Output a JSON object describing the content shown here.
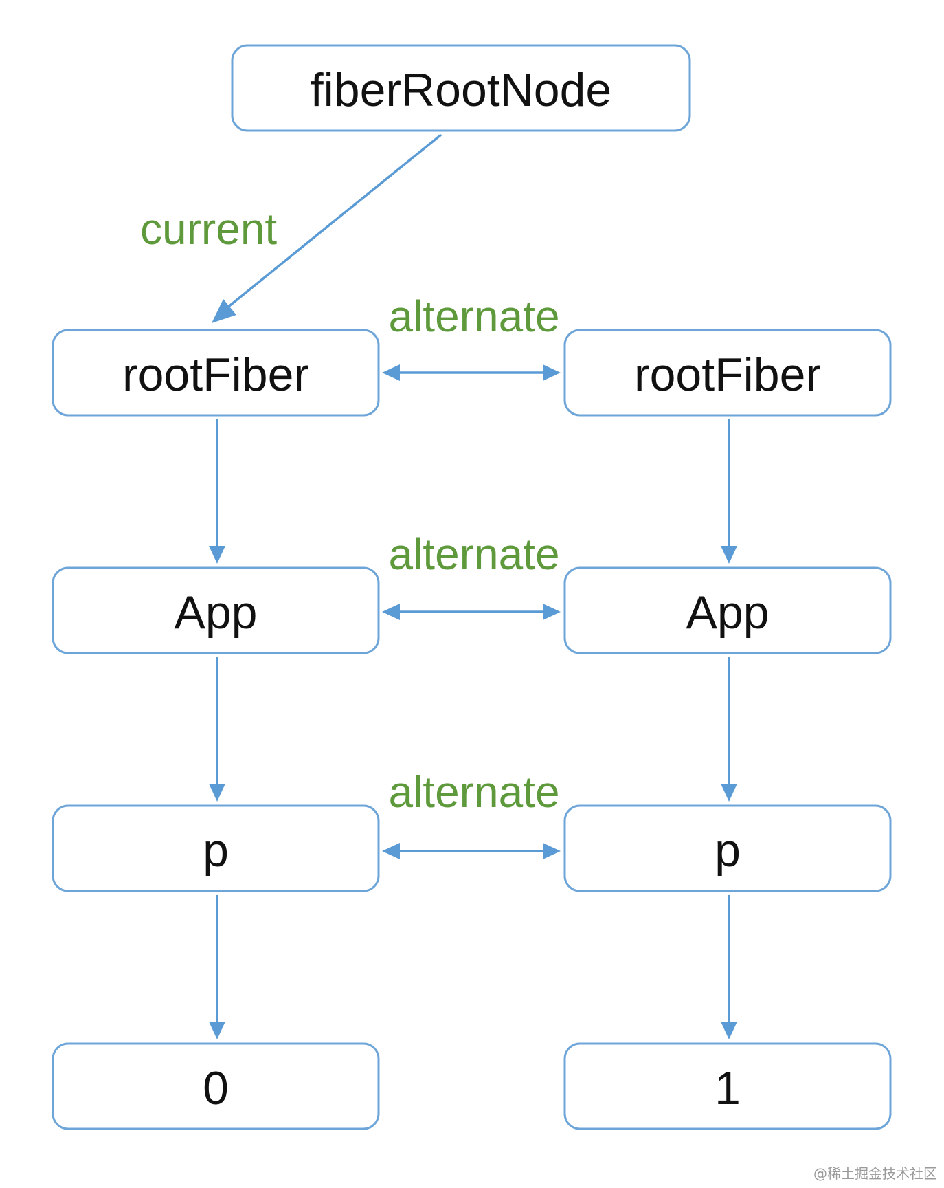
{
  "nodes": {
    "fiber_root_node": "fiberRootNode",
    "root_fiber_current": "rootFiber",
    "root_fiber_alternate": "rootFiber",
    "app_current": "App",
    "app_alternate": "App",
    "p_current": "p",
    "p_alternate": "p",
    "text_current": "0",
    "text_alternate": "1"
  },
  "edges": {
    "current_label": "current",
    "alternate_labels": [
      "alternate",
      "alternate",
      "alternate"
    ]
  },
  "watermark": "@稀土掘金技术社区",
  "colors": {
    "box_border": "#6ea5d9",
    "arrow": "#5b9bd5",
    "label_green": "#5e9a3c",
    "node_text": "#111111"
  }
}
